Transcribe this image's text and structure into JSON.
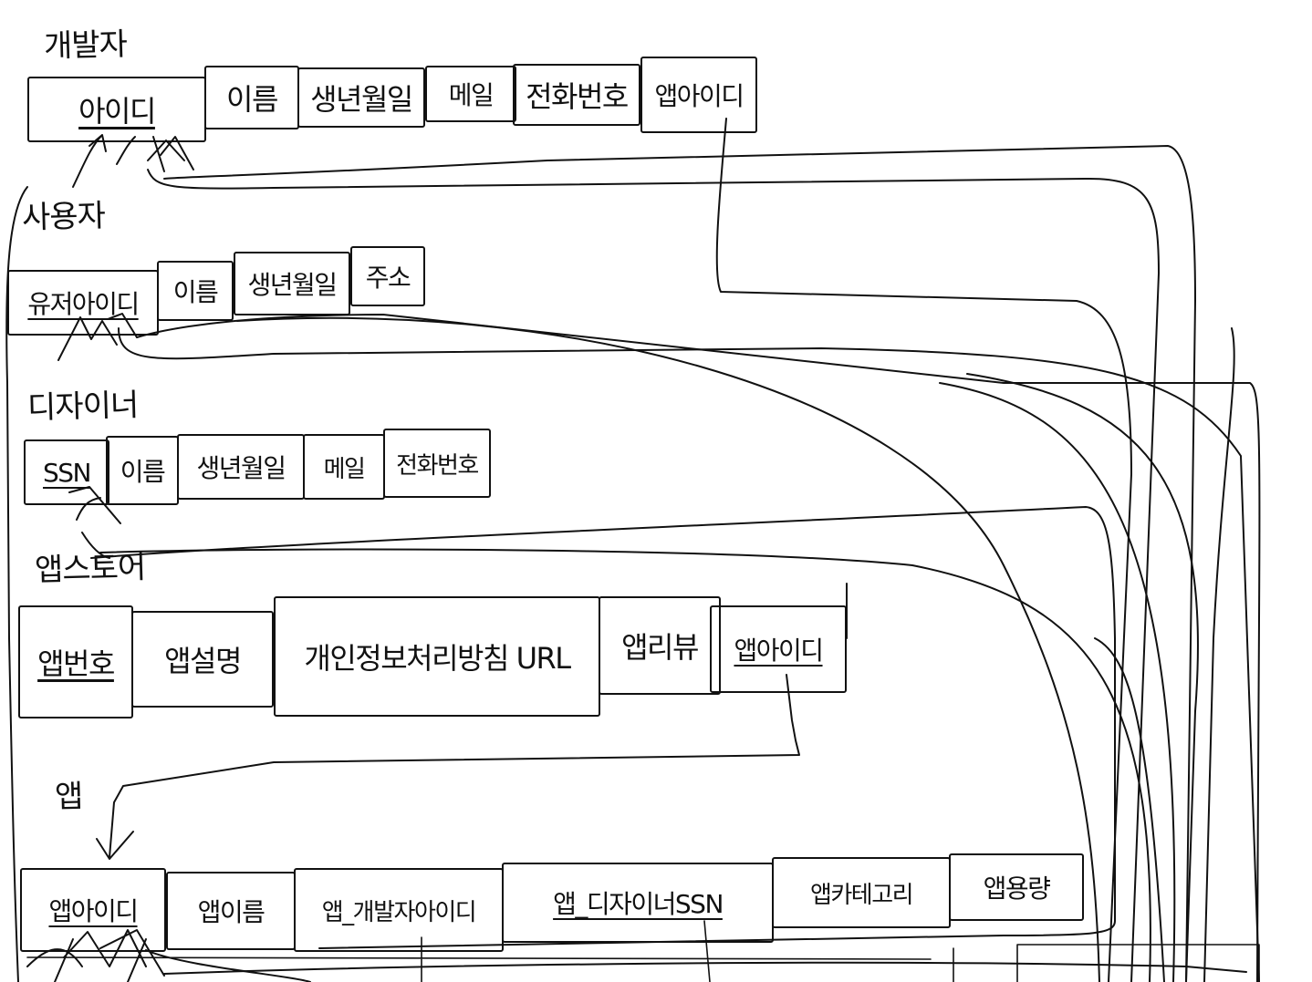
{
  "entities": [
    {
      "key": "developer",
      "title": "개발자",
      "attributes": [
        {
          "label": "아이디",
          "pk": true
        },
        {
          "label": "이름",
          "pk": false
        },
        {
          "label": "생년월일",
          "pk": false
        },
        {
          "label": "메일",
          "pk": false
        },
        {
          "label": "전화번호",
          "pk": false
        },
        {
          "label": "앱아이디",
          "pk": false
        }
      ]
    },
    {
      "key": "user",
      "title": "사용자",
      "attributes": [
        {
          "label": "유저아이디",
          "pk": true
        },
        {
          "label": "이름",
          "pk": false
        },
        {
          "label": "생년월일",
          "pk": false
        },
        {
          "label": "주소",
          "pk": false
        }
      ]
    },
    {
      "key": "designer",
      "title": "디자이너",
      "attributes": [
        {
          "label": "SSN",
          "pk": true
        },
        {
          "label": "이름",
          "pk": false
        },
        {
          "label": "생년월일",
          "pk": false
        },
        {
          "label": "메일",
          "pk": false
        },
        {
          "label": "전화번호",
          "pk": false
        }
      ]
    },
    {
      "key": "appstore",
      "title": "앱스토어",
      "attributes": [
        {
          "label": "앱번호",
          "pk": true
        },
        {
          "label": "앱설명",
          "pk": false
        },
        {
          "label": "개인정보처리방침 URL",
          "pk": false
        },
        {
          "label": "앱리뷰",
          "pk": false
        },
        {
          "label": "앱아이디",
          "pk": false
        }
      ]
    },
    {
      "key": "app",
      "title": "앱",
      "attributes": [
        {
          "label": "앱아이디",
          "pk": true
        },
        {
          "label": "앱이름",
          "pk": false
        },
        {
          "label": "앱_개발자아이디",
          "pk": false
        },
        {
          "label": "앱_디자이너SSN",
          "pk": false
        },
        {
          "label": "앱카테고리",
          "pk": false
        },
        {
          "label": "앱용량",
          "pk": false
        }
      ]
    }
  ]
}
